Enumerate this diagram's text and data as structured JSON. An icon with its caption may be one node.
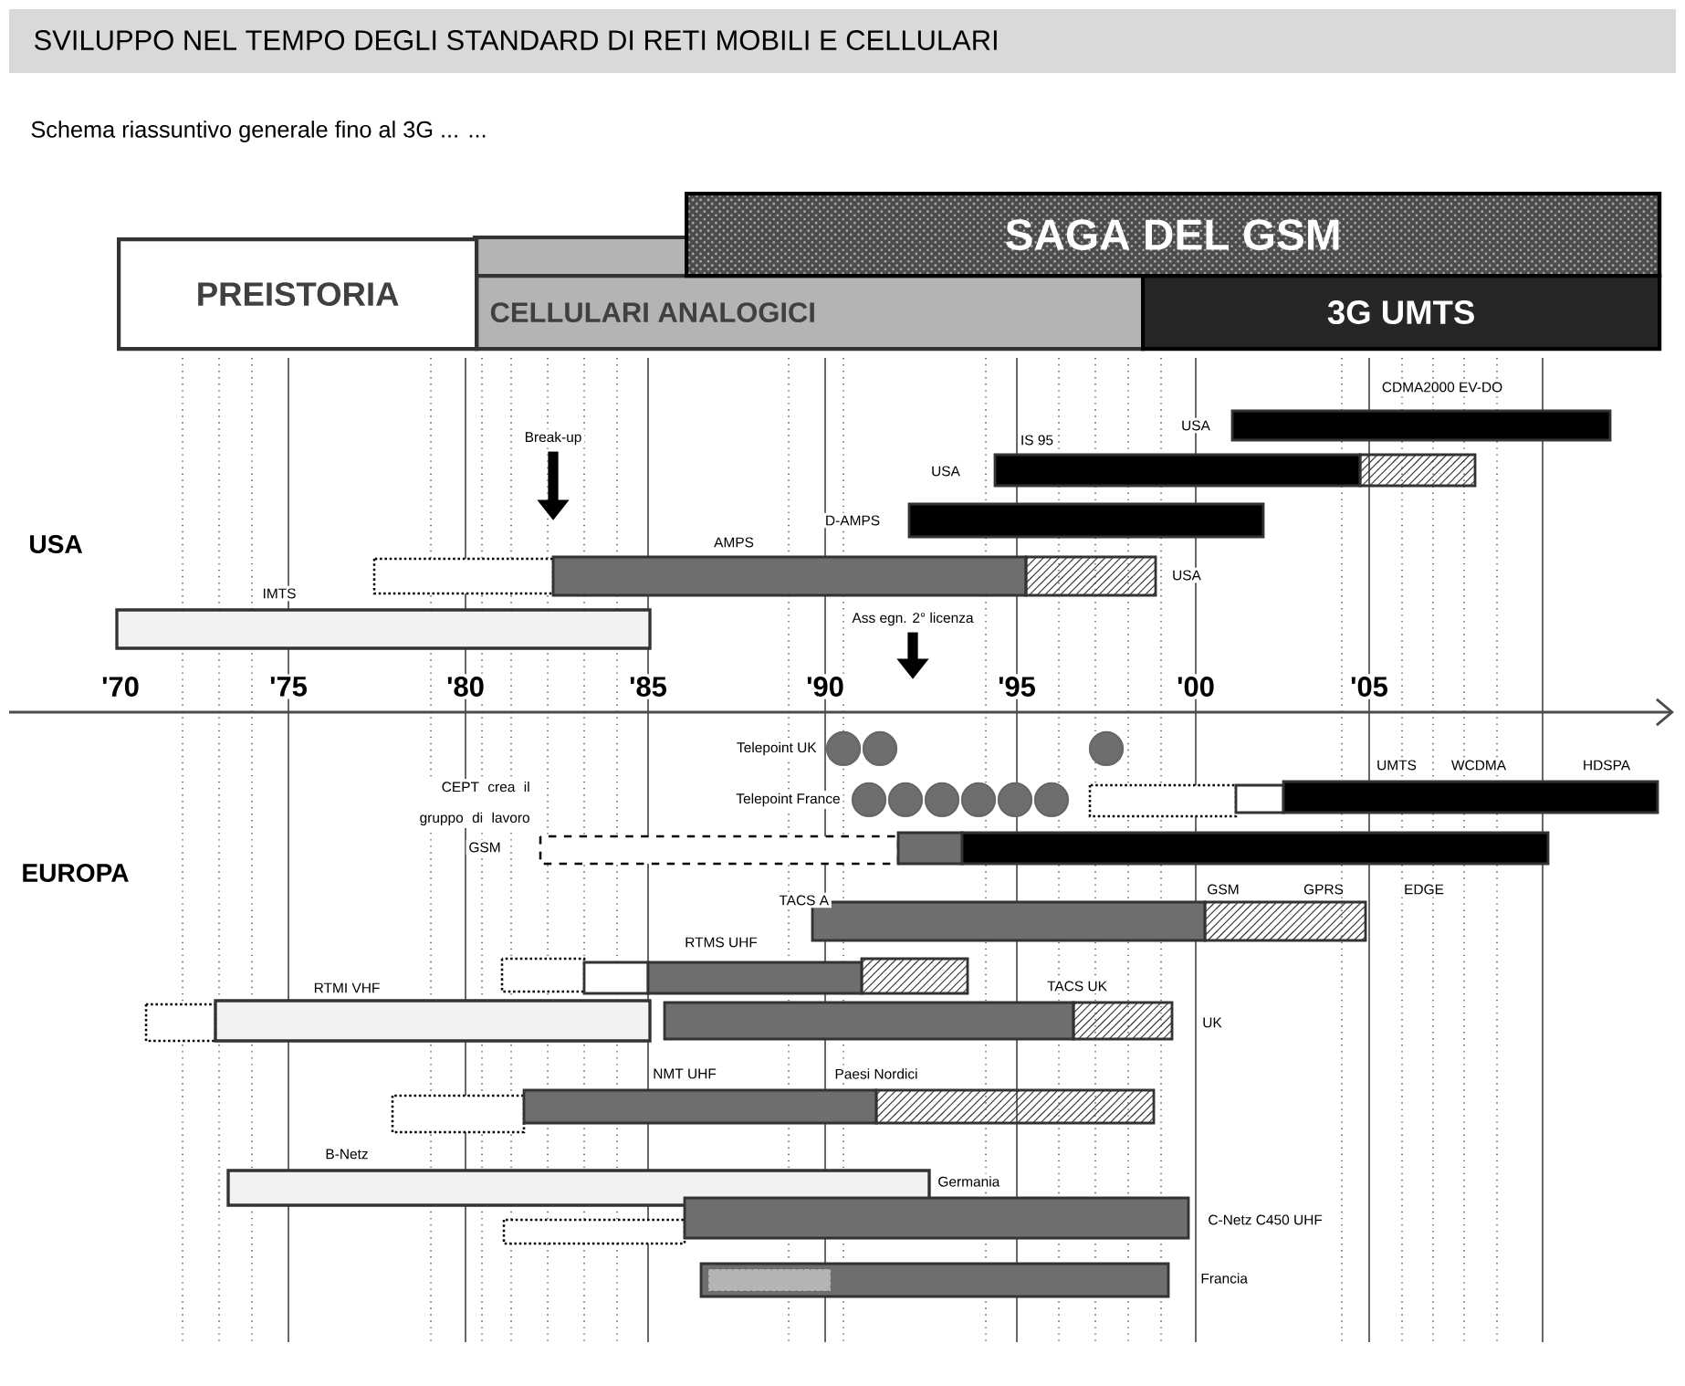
{
  "diagram": {
    "title": "SVILUPPO NEL TEMPO DEGLI STANDARD DI RETI MOBILI E CELLULARI",
    "nodes": [
      {
        "text": [
          "SAGA DEL GSM"
        ]
      },
      {
        "text": [
          "PREISTORIA"
        ]
      },
      {
        "text": [
          "CELLULARI ANALOGICI"
        ]
      },
      {
        "text": [
          "3G UMTS"
        ]
      },
      {
        "text": [],
        "shape": "bar",
        "beside": [
          "CDMA2000 EV-DO",
          "USA"
        ]
      },
      {
        "text": [],
        "shape": "bar",
        "beside": [
          "IS 95",
          "USA"
        ]
      },
      {
        "text": [],
        "shape": "bar",
        "beside": [
          "D-AMPS"
        ]
      },
      {
        "text": [],
        "shape": "bar",
        "beside": [
          "AMPS",
          "USA"
        ]
      },
      {
        "text": [],
        "shape": "bar",
        "beside": [
          "IMTS"
        ]
      },
      {
        "text": [
          "Break-up"
        ]
      },
      {
        "text": [
          "Ass egn. 2° licenza"
        ]
      },
      {
        "text": [],
        "shape": "circle",
        "beside": [
          "Telepoint UK"
        ]
      },
      {
        "text": [],
        "shape": "circle"
      },
      {
        "text": [],
        "shape": "circle",
        "beside": [
          "Telepoint France"
        ]
      },
      {
        "text": [],
        "shape": "bar",
        "beside": [
          "UMTS",
          "WCDMA",
          "HDSPA"
        ]
      },
      {
        "text": [],
        "shape": "bar",
        "beside": [
          "CEPT crea il gruppo di lavoro",
          "GSM"
        ]
      },
      {
        "text": [],
        "shape": "bar",
        "beside": [
          "TACS A"
        ]
      },
      {
        "text": [],
        "shape": "bar",
        "beside": [
          "RTMS UHF"
        ]
      },
      {
        "text": [],
        "shape": "bar",
        "beside": [
          "RTMI VHF"
        ]
      },
      {
        "text": [],
        "shape": "bar",
        "beside": [
          "TACS UK",
          "UK"
        ]
      },
      {
        "text": [],
        "shape": "bar",
        "beside": [
          "NMT UHF",
          "Paesi Nordici"
        ]
      },
      {
        "text": [],
        "shape": "bar",
        "beside": [
          "B-Netz",
          "Germania"
        ]
      },
      {
        "text": [],
        "shape": "bar",
        "beside": [
          "C-Netz C450 UHF"
        ]
      },
      {
        "text": [],
        "shape": "bar",
        "beside": [
          "Francia"
        ]
      }
    ],
    "edges": [
      {
        "from": 9,
        "to": null,
        "arrow": "to"
      },
      {
        "from": 10,
        "to": null,
        "arrow": "to"
      }
    ],
    "labels": [
      "Schema riassuntivo generale fino al 3G ... ...",
      "USA",
      "EUROPA",
      "'70",
      "'75",
      "'80",
      "'85",
      "'90",
      "'95",
      "'00",
      "'05",
      "GSM",
      "GPRS",
      "EDGE"
    ]
  }
}
